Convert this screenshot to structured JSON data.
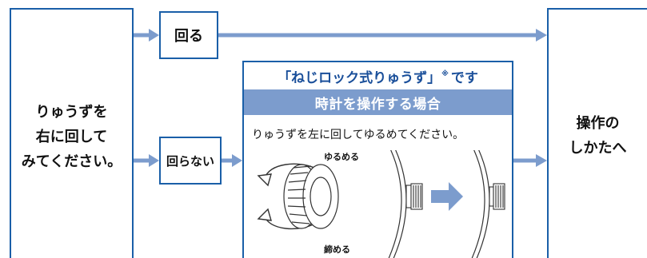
{
  "left_box": {
    "lines": [
      "りゅうずを",
      "右に回して",
      "みてください。"
    ]
  },
  "turns_box": {
    "label": "回る"
  },
  "noturn_box": {
    "label": "回らない"
  },
  "panel": {
    "title_pre": "「ねじロック式りゅうず」",
    "title_mark": "※",
    "title_post": "です",
    "band": "時計を操作する場合",
    "instruction": "りゅうずを左に回してゆるめてください。",
    "loosen_label": "ゆるめる",
    "tighten_label": "締める"
  },
  "right_box": {
    "lines": [
      "操作の",
      "しかたへ"
    ]
  },
  "colors": {
    "border": "#1a5fa8",
    "arrow": "#7c9ccd",
    "band": "#7c9ccd",
    "title": "#1a4f9a"
  }
}
